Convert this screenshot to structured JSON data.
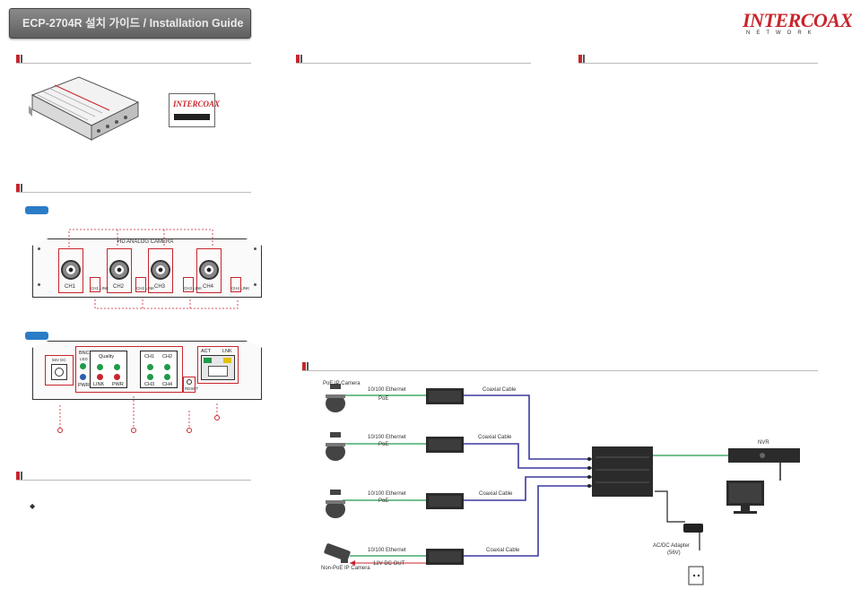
{
  "header": {
    "title": "ECP-2704R 설치 가이드 / Installation Guide",
    "logo_main": "INTERCOAX",
    "logo_sub": "NETWORK"
  },
  "colors": {
    "accent": "#c8252c",
    "tag": "#2a7cc7",
    "ethernet": "#1e9a4a",
    "coax": "#3b3a9e",
    "power": "#c8252c"
  },
  "front_panel": {
    "group_label": "HD ANALOG CAMERA",
    "channels": [
      "CH1",
      "CH2",
      "CH3",
      "CH4"
    ],
    "ch_leds": [
      "CH1 LINK",
      "CH2 LINK",
      "CH3 LINK",
      "CH4 LINK"
    ]
  },
  "rear_panel": {
    "dc_label": "56V DC",
    "bnc_label": "BNC",
    "bnc_sub": "LED",
    "pwr_label": "PWR",
    "quality_label": "Quality",
    "link_label": "LINK",
    "pwr2_label": "PWR",
    "ch_labels": [
      "CH1",
      "CH2",
      "CH3",
      "CH4"
    ],
    "act_label": "ACT",
    "lnk_label": "LNK",
    "reset_label": "RESET"
  },
  "install_list": {
    "bullet": "◆"
  },
  "diagram": {
    "rows": [
      {
        "camera": "PoE IP Camera",
        "eth": "10/100 Ethernet",
        "mode": "PoE",
        "cable": "Coaxial Cable"
      },
      {
        "camera": "",
        "eth": "10/100 Ethernet",
        "mode": "PoE",
        "cable": "Coaxial Cable"
      },
      {
        "camera": "",
        "eth": "10/100 Ethernet",
        "mode": "PoE",
        "cable": "Coaxial Cable"
      },
      {
        "camera": "Non-PoE IP Camera",
        "eth": "10/100 Ethernet",
        "mode": "12V DC OUT",
        "cable": "Coaxial Cable"
      }
    ],
    "nvr_label": "NVR",
    "adapter_label": "AC/DC Adapter",
    "adapter_sub": "(56V)"
  }
}
